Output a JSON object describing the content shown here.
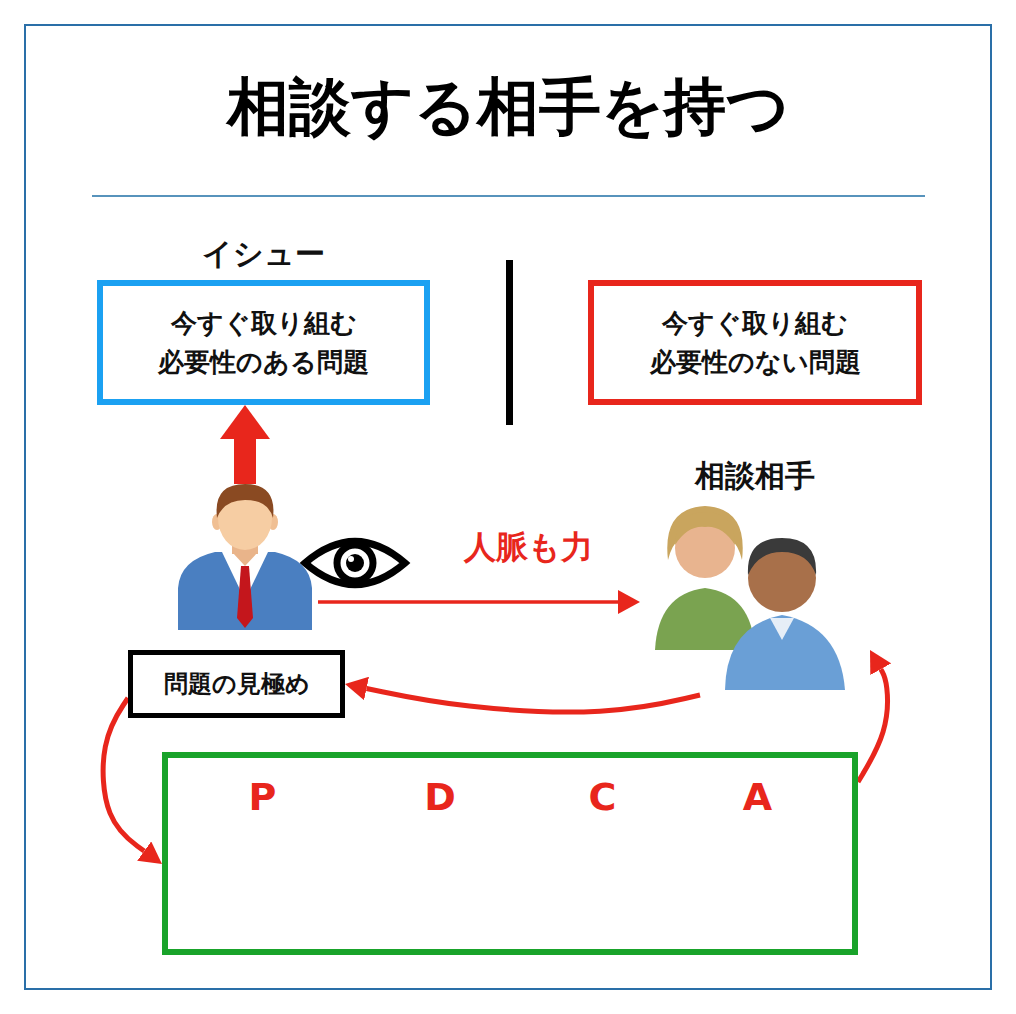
{
  "diagram": {
    "title": "相談する相手を持つ",
    "nodes": [
      {
        "text": [
          "イシュー",
          "今すぐ取り組む 必要性のある問題"
        ]
      },
      {
        "text": [
          "今すぐ取り組む 必要性のない問題"
        ]
      },
      {
        "text": []
      },
      {
        "text": [
          "相談相手"
        ]
      },
      {
        "text": [
          "問題の見極め"
        ]
      },
      {
        "text": []
      },
      {
        "text": [
          "P"
        ],
        "in": 5
      },
      {
        "text": [
          "D"
        ],
        "in": 5
      },
      {
        "text": [
          "C"
        ],
        "in": 5
      },
      {
        "text": [
          "A"
        ],
        "in": 5
      }
    ],
    "edges": [
      {
        "from": 2,
        "to": 0,
        "arrow": "to"
      },
      {
        "from": 2,
        "to": 3,
        "label": "人脈も力",
        "arrow": "to"
      },
      {
        "from": 3,
        "to": 4,
        "arrow": "to"
      },
      {
        "from": 4,
        "to": 5,
        "arrow": "to"
      },
      {
        "from": 5,
        "to": 3,
        "arrow": "to"
      },
      {
        "from": 6,
        "to": 7,
        "arrow": "to"
      },
      {
        "from": 7,
        "to": 8,
        "arrow": "to"
      },
      {
        "from": 8,
        "to": 9,
        "arrow": "to"
      }
    ]
  }
}
